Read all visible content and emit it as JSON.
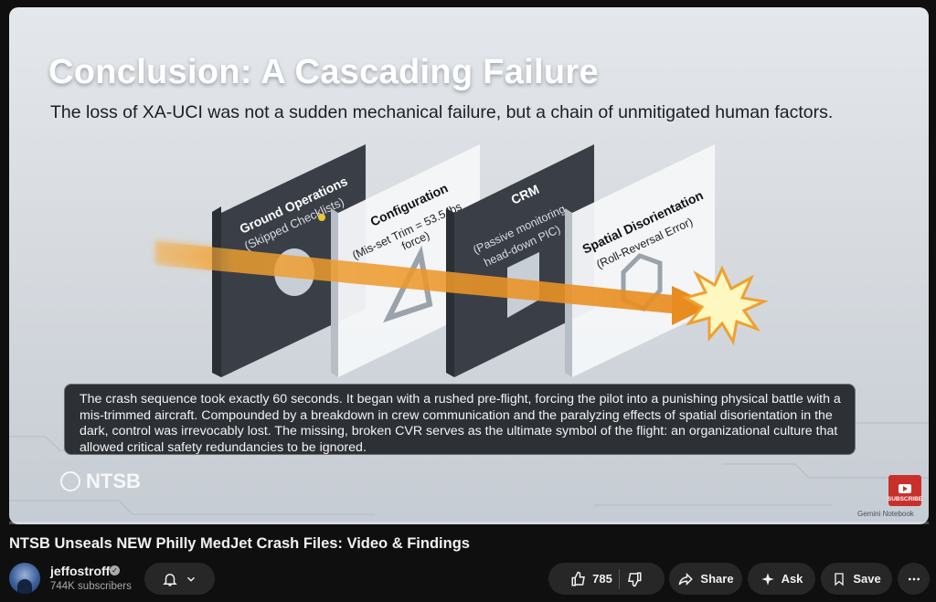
{
  "slide": {
    "title": "Conclusion: A Cascading Failure",
    "subtitle": "The loss of XA-UCI was not a sudden mechanical failure, but a chain of unmitigated human factors.",
    "panels": [
      {
        "title": "Ground Operations",
        "detail": "(Skipped Checklists)"
      },
      {
        "title": "Configuration",
        "detail_1": "(Mis-set Trim = 53.5 lbs",
        "detail_2": "force)"
      },
      {
        "title": "CRM",
        "detail_1": "(Passive monitoring,",
        "detail_2": "head-down PIC)"
      },
      {
        "title": "Spatial Disorientation",
        "detail": "(Roll-Reversal Error)"
      }
    ],
    "caption": "The crash sequence took exactly 60 seconds. It began with a rushed pre-flight, forcing the pilot into a punishing physical battle with a mis-trimmed aircraft. Compounded by a breakdown in crew communication and the paralyzing effects of spatial disorientation in the dark, control was irrevocably lost. The missing, broken CVR serves as the ultimate symbol of the flight: an organizational culture that allowed critical safety redundancies to be ignored.",
    "logo_text": "NTSB",
    "subscribe_text": "SUBSCRIBE",
    "watermark": "Gemini Notebook"
  },
  "video": {
    "title": "NTSB Unseals NEW Philly MedJet Crash Files: Video & Findings"
  },
  "channel": {
    "name": "jeffostroff",
    "subscribers": "744K subscribers"
  },
  "actions": {
    "likes": "785",
    "share": "Share",
    "ask": "Ask",
    "save": "Save"
  },
  "colors": {
    "background": "#0f0f0f",
    "pill": "#272727",
    "beam": "#f0a030",
    "caption_bg": "#202328"
  },
  "icons": [
    "bell-icon",
    "chevron-down-icon",
    "thumbs-up-icon",
    "thumbs-down-icon",
    "share-icon",
    "sparkle-icon",
    "bookmark-icon",
    "more-icon",
    "verified-icon"
  ]
}
